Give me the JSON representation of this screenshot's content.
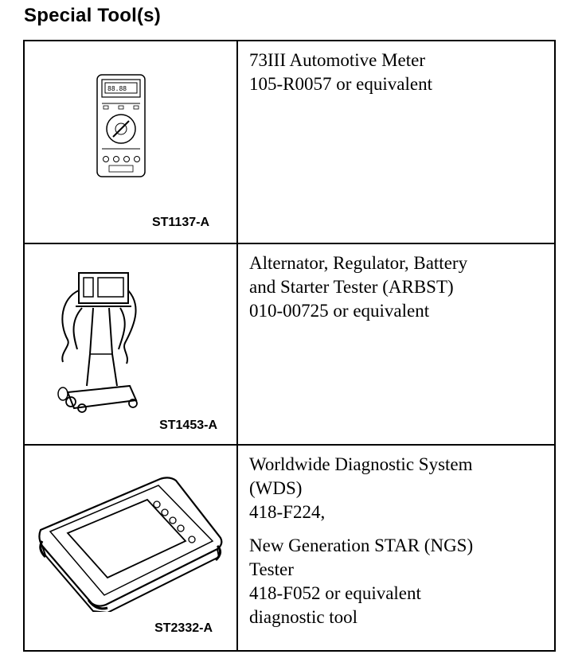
{
  "page": {
    "title": "Special Tool(s)"
  },
  "tools": [
    {
      "figure_code": "ST1137-A",
      "figure_icon": "multimeter-icon",
      "lines": [
        "73III Automotive Meter",
        "105-R0057 or equivalent"
      ]
    },
    {
      "figure_code": "ST1453-A",
      "figure_icon": "tester-cart-icon",
      "lines": [
        "Alternator, Regulator, Battery",
        "and Starter Tester (ARBST)",
        "010-00725 or equivalent"
      ]
    },
    {
      "figure_code": "ST2332-A",
      "figure_icon": "diagnostic-tablet-icon",
      "lines": [
        "Worldwide Diagnostic System",
        "(WDS)",
        "418-F224,"
      ],
      "lines_b": [
        "New Generation STAR (NGS)",
        "Tester",
        "418-F052 or equivalent",
        "diagnostic tool"
      ]
    }
  ]
}
